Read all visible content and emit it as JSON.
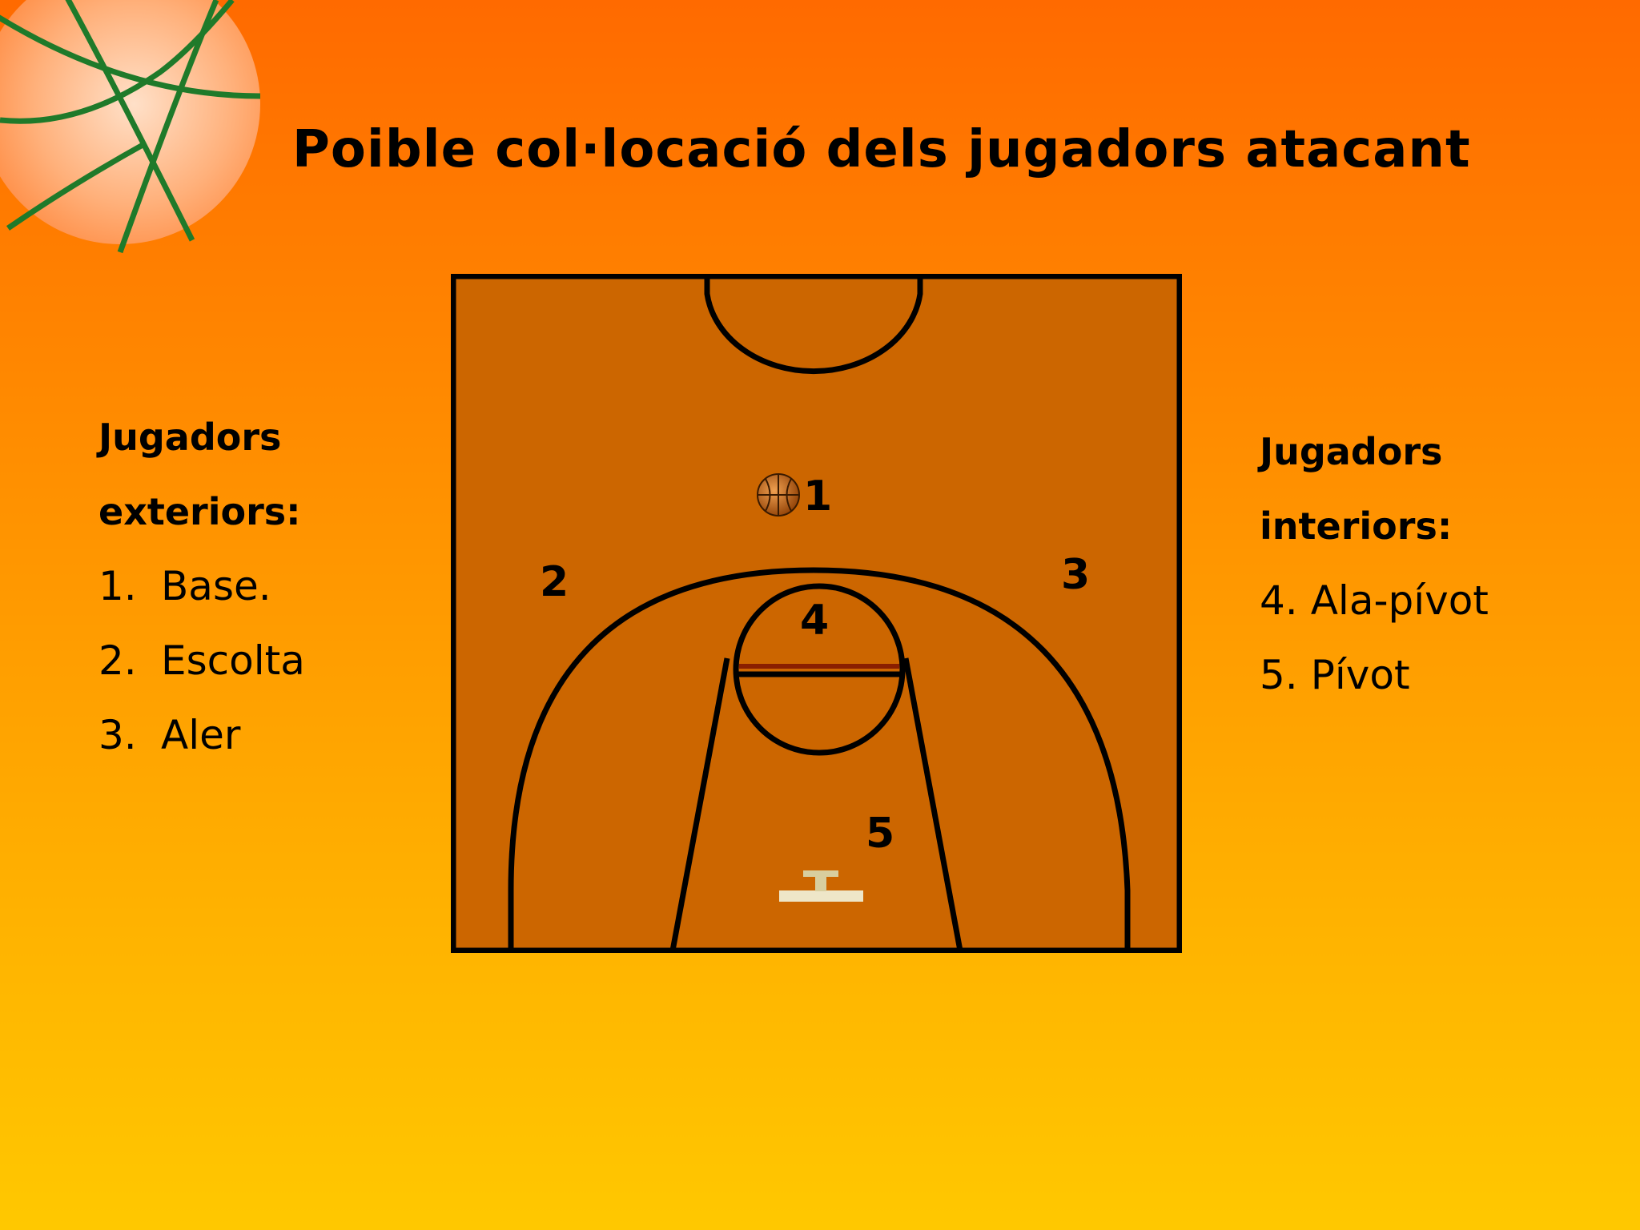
{
  "slide": {
    "title": "Poible col·locació dels jugadors atacant",
    "colors": {
      "background_top": "#ff6a00",
      "background_bottom": "#ffc800",
      "court": "#cc6600",
      "lines": "#000000"
    }
  },
  "decoration": {
    "icon": "basketball-icon"
  },
  "left": {
    "heading_line1": "Jugadors",
    "heading_line2": "exteriors:",
    "items": [
      {
        "num": "1.",
        "label": "Base."
      },
      {
        "num": "2.",
        "label": "Escolta"
      },
      {
        "num": "3.",
        "label": "Aler"
      }
    ]
  },
  "right": {
    "heading_line1": "Jugadors",
    "heading_line2": "interiors:",
    "items": [
      {
        "num": "4.",
        "label": "Ala-pívot"
      },
      {
        "num": "5.",
        "label": "Pívot"
      }
    ]
  },
  "court": {
    "ball_icon": "basketball-icon",
    "players": [
      "1",
      "2",
      "3",
      "4",
      "5"
    ]
  }
}
